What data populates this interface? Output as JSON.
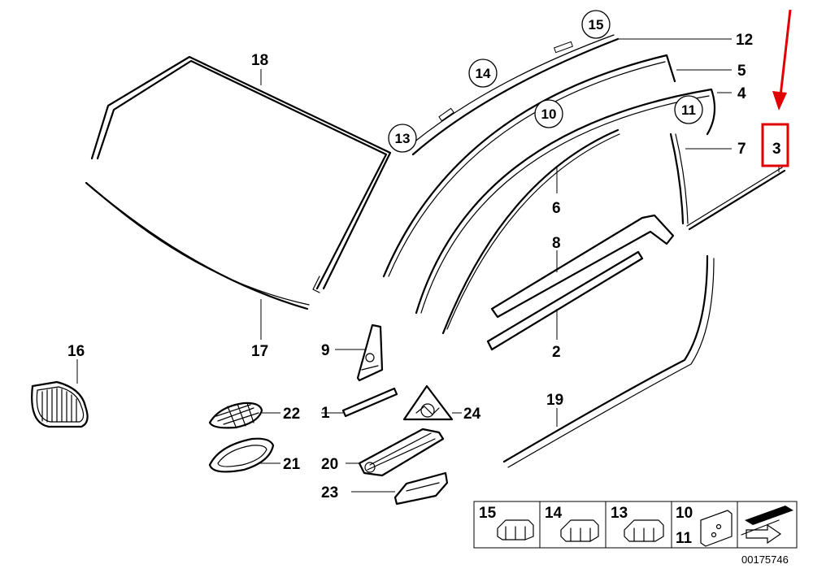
{
  "callouts": {
    "p1": "1",
    "p2": "2",
    "p3": "3",
    "p4": "4",
    "p5": "5",
    "p6": "6",
    "p7": "7",
    "p8": "8",
    "p9": "9",
    "p10": "10",
    "p11": "11",
    "p12": "12",
    "p13": "13",
    "p14": "14",
    "p15": "15",
    "p16": "16",
    "p17": "17",
    "p18": "18",
    "p19": "19",
    "p20": "20",
    "p21": "21",
    "p22": "22",
    "p23": "23",
    "p24": "24"
  },
  "legend": {
    "items": [
      {
        "label": "15"
      },
      {
        "label": "14"
      },
      {
        "label": "13"
      },
      {
        "label": "10",
        "label2": "11"
      }
    ]
  },
  "reference_number": "00175746",
  "highlight": {
    "color": "#e00000"
  }
}
